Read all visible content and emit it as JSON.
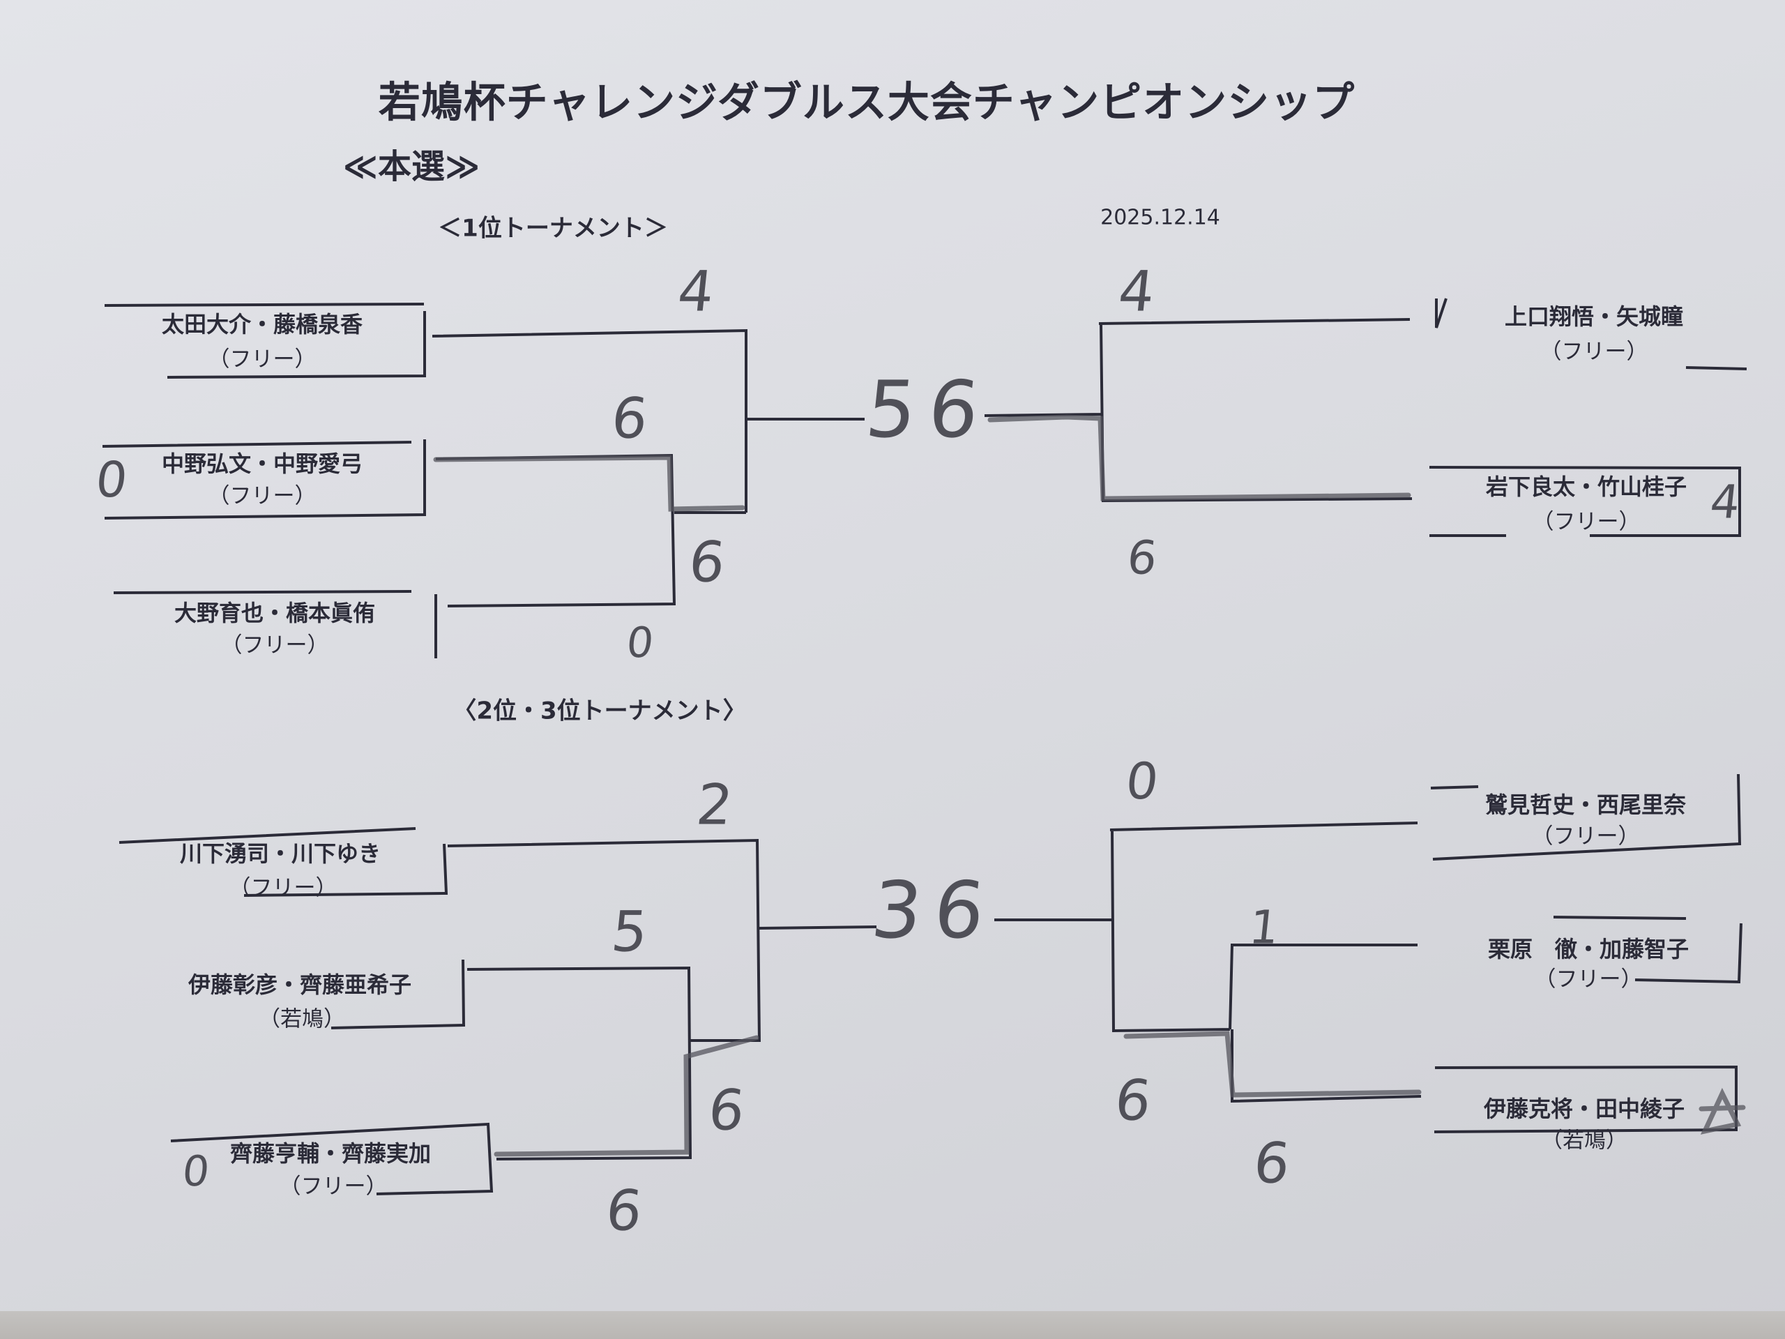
{
  "header": {
    "title": "若鳩杯チャレンジダブルス大会チャンピオンシップ",
    "section": "≪本選≫",
    "date": "2025.12.14"
  },
  "tournament1": {
    "label": "＜1位トーナメント＞",
    "left_teams": [
      {
        "name": "太田大介・藤橋泉香",
        "club": "（フリー）"
      },
      {
        "name": "中野弘文・中野愛弓",
        "club": "（フリー）"
      },
      {
        "name": "大野育也・橋本眞侑",
        "club": "（フリー）"
      }
    ],
    "right_teams": [
      {
        "name": "上口翔悟・矢城瞳",
        "club": "（フリー）"
      },
      {
        "name": "岩下良太・竹山桂子",
        "club": "（フリー）"
      }
    ],
    "scores": {
      "left_final_top": "4",
      "left_semi_top": "6",
      "left_semi_bottom": "0",
      "left_final_bottom": "6",
      "left_mark": "0",
      "center": "56",
      "right_top": "4",
      "right_bottom": "6",
      "right_mark": "4"
    }
  },
  "tournament2": {
    "label": "〈2位・3位トーナメント〉",
    "left_teams": [
      {
        "name": "川下湧司・川下ゆき",
        "club": "（フリー）"
      },
      {
        "name": "伊藤彰彦・齊藤亜希子",
        "club": "（若鳩）"
      },
      {
        "name": "齊藤亨輔・齊藤実加",
        "club": "（フリー）"
      }
    ],
    "right_teams": [
      {
        "name": "鷲見哲史・西尾里奈",
        "club": "（フリー）"
      },
      {
        "name": "栗原　徹・加藤智子",
        "club": "（フリー）"
      },
      {
        "name": "伊藤克将・田中綾子",
        "club": "（若鳩）"
      }
    ],
    "scores": {
      "left_final_top": "2",
      "left_semi_top": "5",
      "left_final_bottom": "6",
      "left_semi_bottom": "6",
      "left_mark": "0",
      "center": "36",
      "right_final_top": "0",
      "right_semi_top": "1",
      "right_final_bottom": "6",
      "right_semi_bottom": "6"
    }
  }
}
